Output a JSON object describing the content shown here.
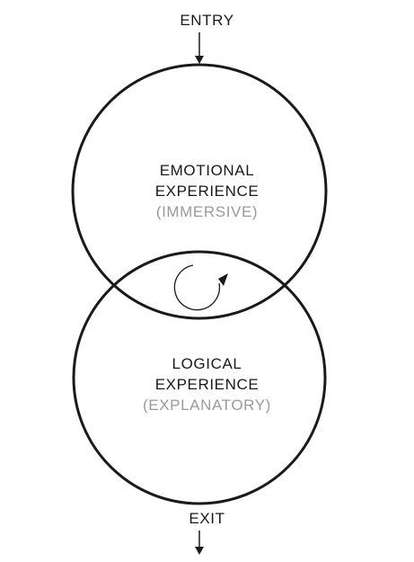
{
  "entry_label": "ENTRY",
  "exit_label": "EXIT",
  "top_circle": {
    "line1": "EMOTIONAL",
    "line2": "EXPERIENCE",
    "line3": "(IMMERSIVE)"
  },
  "bottom_circle": {
    "line1": "LOGICAL",
    "line2": "EXPERIENCE",
    "line3": "(EXPLANATORY)"
  },
  "colors": {
    "stroke": "#1a1a1a",
    "text": "#1a1a1a",
    "muted_text": "#9a9a9a",
    "background": "#ffffff"
  },
  "icons": [
    "arrow-down-icon",
    "cycle-arrow-icon"
  ]
}
